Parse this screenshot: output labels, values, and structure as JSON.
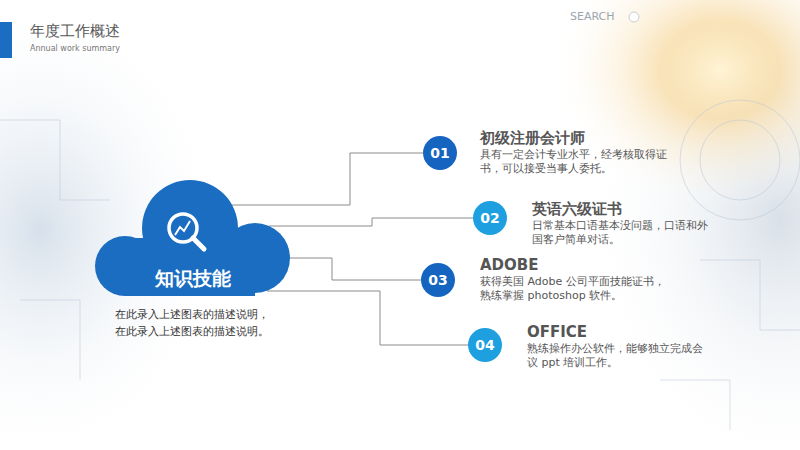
{
  "diagram": {
    "title": "年度工作概述",
    "nodes": [
      {
        "text": [
          "知识技能"
        ]
      },
      {
        "text": [
          "01",
          "初级注册会计师",
          "具有一定会计专业水平，经考核取得证书，可以接受当事人委托。"
        ]
      },
      {
        "text": [
          "02",
          "英语六级证书",
          "日常基本口语基本没问题，口语和外国客户简单对话。"
        ]
      },
      {
        "text": [
          "03",
          "ADOBE",
          "获得美国 Adobe 公司平面技能证书，熟练掌握 photoshop 软件。"
        ]
      },
      {
        "text": [
          "04",
          "OFFICE",
          "熟练操作办公软件，能够独立完成会议 ppt 培训工作。"
        ]
      }
    ],
    "edges": [
      {
        "from": 0,
        "to": 1,
        "arrow": "none"
      },
      {
        "from": 0,
        "to": 2,
        "arrow": "none"
      },
      {
        "from": 0,
        "to": 3,
        "arrow": "none"
      },
      {
        "from": 0,
        "to": 4,
        "arrow": "none"
      }
    ],
    "labels": [
      "Annual work summary",
      "SEARCH",
      "在此录入上述图表的描述说明，在此录入上述图表的描述说明。"
    ]
  }
}
